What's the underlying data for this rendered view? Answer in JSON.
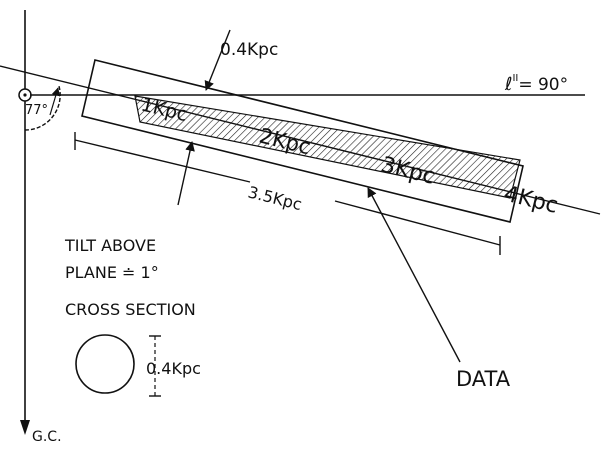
{
  "labels": {
    "width_top": "0.4Kpc",
    "galactic_longitude_main": "ℓ",
    "galactic_longitude_sup": "II",
    "galactic_longitude_value": "= 90°",
    "angle": "77°",
    "dist_1": "1Kpc",
    "dist_2": "2Kpc",
    "dist_3": "3Kpc",
    "dist_4": "4Kpc",
    "length": "3.5Kpc",
    "tilt_line1": "TILT ABOVE",
    "tilt_line2": "PLANE ≐ 1°",
    "cross_section": "CROSS SECTION",
    "cross_section_size": "0.4Kpc",
    "data": "DATA",
    "galactic_center": "G.C."
  }
}
